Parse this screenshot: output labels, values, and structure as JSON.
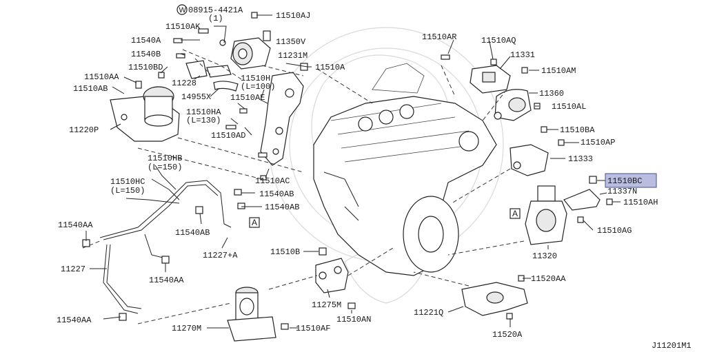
{
  "diagram_id": "J11201M1",
  "highlight": {
    "label": "11510BC",
    "fill": "#b9bde0",
    "stroke": "#4a4f8a"
  },
  "callouts": {
    "box_a_1": "A",
    "box_a_2": "A",
    "w_symbol": "W"
  },
  "labels": {
    "l_08915": "08915-4421A",
    "l_08915_qty": "(1)",
    "l_11510AJ": "11510AJ",
    "l_11510AK": "11510AK",
    "l_11540A": "11540A",
    "l_11350V": "11350V",
    "l_11540B": "11540B",
    "l_11231M": "11231M",
    "l_11510A": "11510A",
    "l_11510BD": "11510BD",
    "l_11510AA": "11510AA",
    "l_11510AB": "11510AB",
    "l_11228": "11228",
    "l_14955X": "14955X",
    "l_11510H": "11510H",
    "l_11510H_len": "(L=100)",
    "l_11510AE": "11510AE",
    "l_11510HA": "11510HA",
    "l_11510HA_len": "(L=130)",
    "l_11220P": "11220P",
    "l_11510AD": "11510AD",
    "l_11510AR": "11510AR",
    "l_11510AQ": "11510AQ",
    "l_11331": "11331",
    "l_11510AM": "11510AM",
    "l_11360": "11360",
    "l_11510AL": "11510AL",
    "l_11510BA": "11510BA",
    "l_11510AP": "11510AP",
    "l_11333": "11333",
    "l_11510BC": "11510BC",
    "l_11337N": "11337N",
    "l_11510AH": "11510AH",
    "l_11510AG": "11510AG",
    "l_11320": "11320",
    "l_11510HB": "11510HB",
    "l_11510HB_len": "(L=150)",
    "l_11510HC": "11510HC",
    "l_11510HC_len": "(L=150)",
    "l_11510AC": "11510AC",
    "l_11540AB_1": "11540AB",
    "l_11540AB_2": "11540AB",
    "l_11540AB_3": "11540AB",
    "l_11540AA_1": "11540AA",
    "l_11540AA_2": "11540AA",
    "l_11540AA_3": "11540AA",
    "l_11227": "11227",
    "l_11227A": "11227+A",
    "l_11510B": "11510B",
    "l_11275M": "11275M",
    "l_11510AN": "11510AN",
    "l_11270M": "11270M",
    "l_11510AF": "11510AF",
    "l_11520AA": "11520AA",
    "l_11221Q": "11221Q",
    "l_11520A": "11520A"
  }
}
